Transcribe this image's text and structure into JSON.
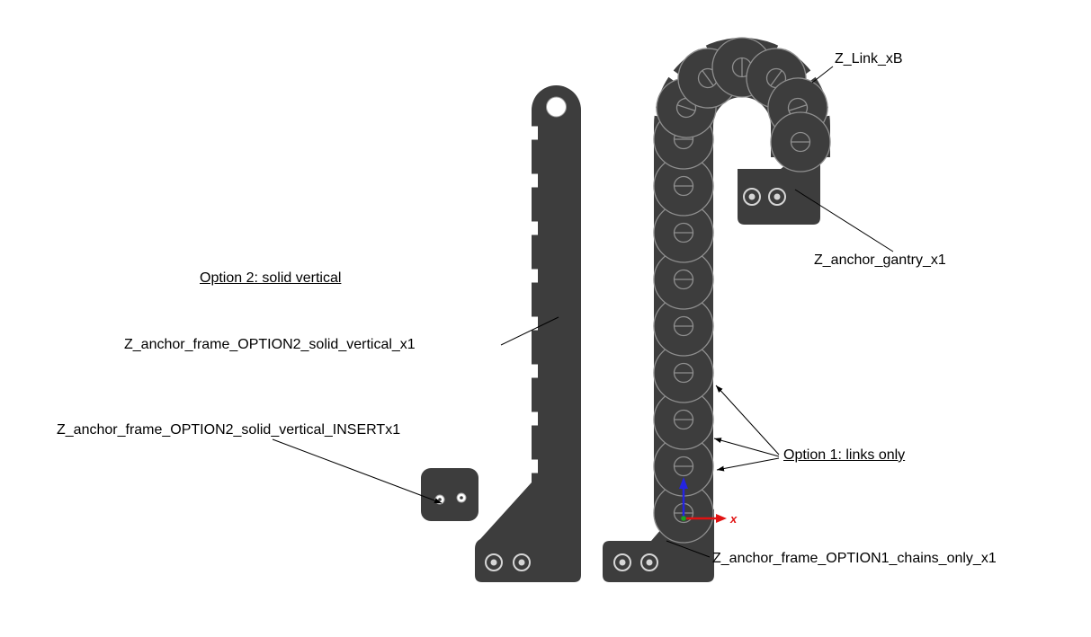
{
  "scene": {
    "background": "#ffffff",
    "part_color": "#3d3d3d",
    "edge_color": "#8f8f8f"
  },
  "labels": {
    "z_link": "Z_Link_xB",
    "z_anchor_gantry": "Z_anchor_gantry_x1",
    "option2_heading": "Option 2: solid vertical",
    "option2_frame": "Z_anchor_frame_OPTION2_solid_vertical_x1",
    "option2_insert": "Z_anchor_frame_OPTION2_solid_vertical_INSERTx1",
    "option1_heading": "Option 1: links only",
    "option1_frame": "Z_anchor_frame_OPTION1_chains_only_x1"
  },
  "axis_triad": {
    "x_label": "x",
    "x_color": "#e11212",
    "z_color": "#2424e0",
    "y_color": "#1fa11f"
  }
}
